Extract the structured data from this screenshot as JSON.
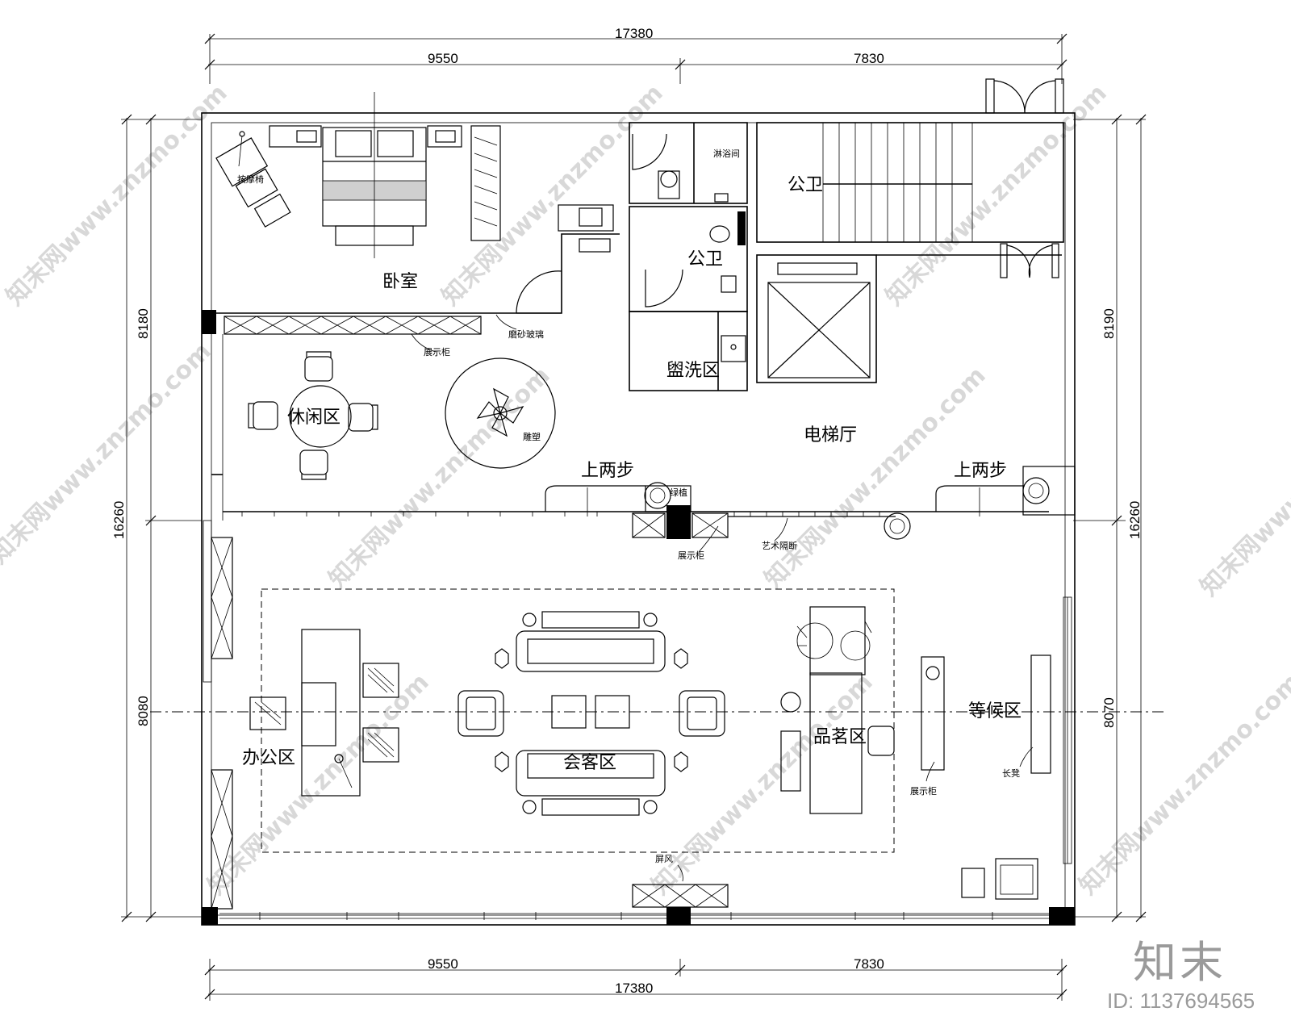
{
  "dimensions": {
    "top_total": "17380",
    "top_left": "9550",
    "top_right": "7830",
    "bottom_left": "9550",
    "bottom_right": "7830",
    "bottom_total": "17380",
    "left_total": "16260",
    "left_upper": "8180",
    "left_lower": "8080",
    "right_total": "16260",
    "right_upper": "8190",
    "right_lower": "8070"
  },
  "rooms": {
    "bedroom": "卧室",
    "public_toilet_1": "公卫",
    "public_toilet_2": "公卫",
    "shower_room": "淋浴间",
    "wash_area": "盥洗区",
    "leisure_area": "休闲区",
    "elevator_hall": "电梯厅",
    "office_area": "办公区",
    "reception_area": "会客区",
    "tea_area": "品茗区",
    "waiting_area": "等候区"
  },
  "labels": {
    "steps_up_left": "上两步",
    "steps_up_right": "上两步",
    "massage_chair": "按摩椅",
    "display_cabinet_1": "展示柜",
    "frosted_glass": "磨砂玻璃",
    "greenery": "绿植",
    "display_cabinet_2": "展示柜",
    "art_partition": "艺术隔断",
    "sculpture": "雕塑",
    "display_cabinet_3": "展示柜",
    "screen": "屏风",
    "long_bench": "长凳"
  },
  "watermark": "知末网www.znzmo.com",
  "brand": "知末",
  "image_id": "ID: 1137694565"
}
